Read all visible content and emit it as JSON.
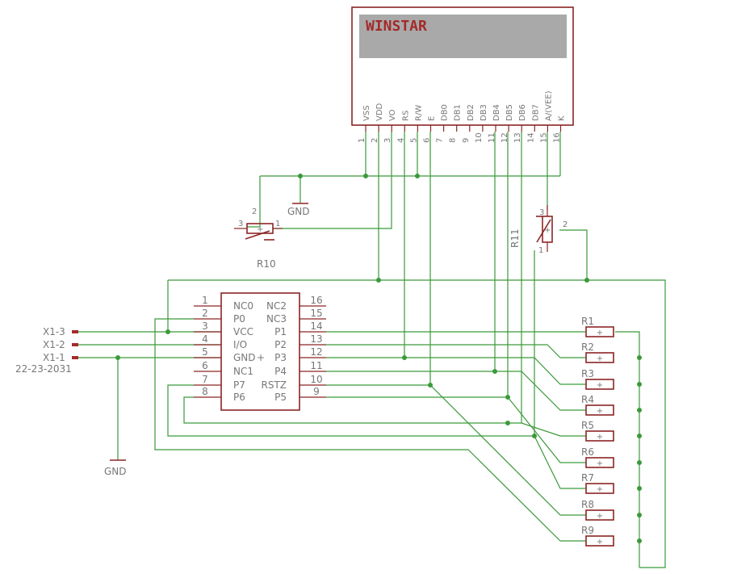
{
  "lcd": {
    "title": "WINSTAR",
    "pin_names": [
      "VSS",
      "VDD",
      "VO",
      "RS",
      "R/W",
      "E",
      "DB0",
      "DB1",
      "DB2",
      "DB3",
      "DB4",
      "DB5",
      "DB6",
      "DB7",
      "A/(VEE)",
      "K"
    ],
    "pin_numbers": [
      "1",
      "2",
      "3",
      "4",
      "5",
      "6",
      "7",
      "8",
      "9",
      "10",
      "11",
      "12",
      "13",
      "14",
      "15",
      "16"
    ]
  },
  "ic": {
    "left_pins": [
      "1",
      "2",
      "3",
      "4",
      "5",
      "6",
      "7",
      "8"
    ],
    "left_names": [
      "NC0",
      "P0",
      "VCC",
      "I/O",
      "GND",
      "NC1",
      "P7",
      "P6"
    ],
    "right_pins": [
      "16",
      "15",
      "14",
      "13",
      "12",
      "11",
      "10",
      "9"
    ],
    "right_names": [
      "NC2",
      "NC3",
      "P1",
      "P2",
      "P3",
      "P4",
      "RSTZ",
      "P5"
    ]
  },
  "connector": {
    "labels": [
      "X1-3",
      "X1-2",
      "X1-1"
    ],
    "part_number": "22-23-2031"
  },
  "labels": {
    "gnd_top": "GND",
    "gnd_bottom": "GND",
    "r10": "R10",
    "r11": "R11",
    "pot_r10": [
      "2",
      "3",
      "1"
    ],
    "pot_r11": [
      "3",
      "1",
      "2"
    ]
  },
  "resistors": [
    "R1",
    "R2",
    "R3",
    "R4",
    "R5",
    "R6",
    "R7",
    "R8",
    "R9"
  ]
}
